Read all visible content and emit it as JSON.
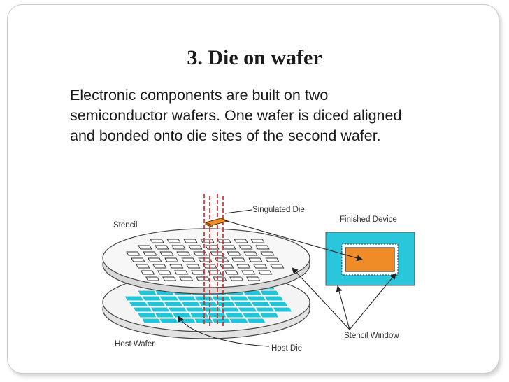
{
  "slide": {
    "title": "3. Die on wafer",
    "body_lines": [
      "Electronic components are built on two",
      "semiconductor wafers. One wafer is diced aligned",
      "and bonded onto die sites of the second wafer."
    ]
  },
  "diagram": {
    "labels": {
      "singulated_die": "Singulated Die",
      "stencil": "Stencil",
      "finished_device": "Finished Device",
      "stencil_window": "Stencil Window",
      "host_wafer": "Host Wafer",
      "host_die": "Host Die"
    },
    "colors": {
      "die_fill": "#f08c28",
      "host_die_fill": "#22c4d8",
      "finished_bg": "#29c6dc",
      "alignment_lines": "#cc2222"
    }
  }
}
